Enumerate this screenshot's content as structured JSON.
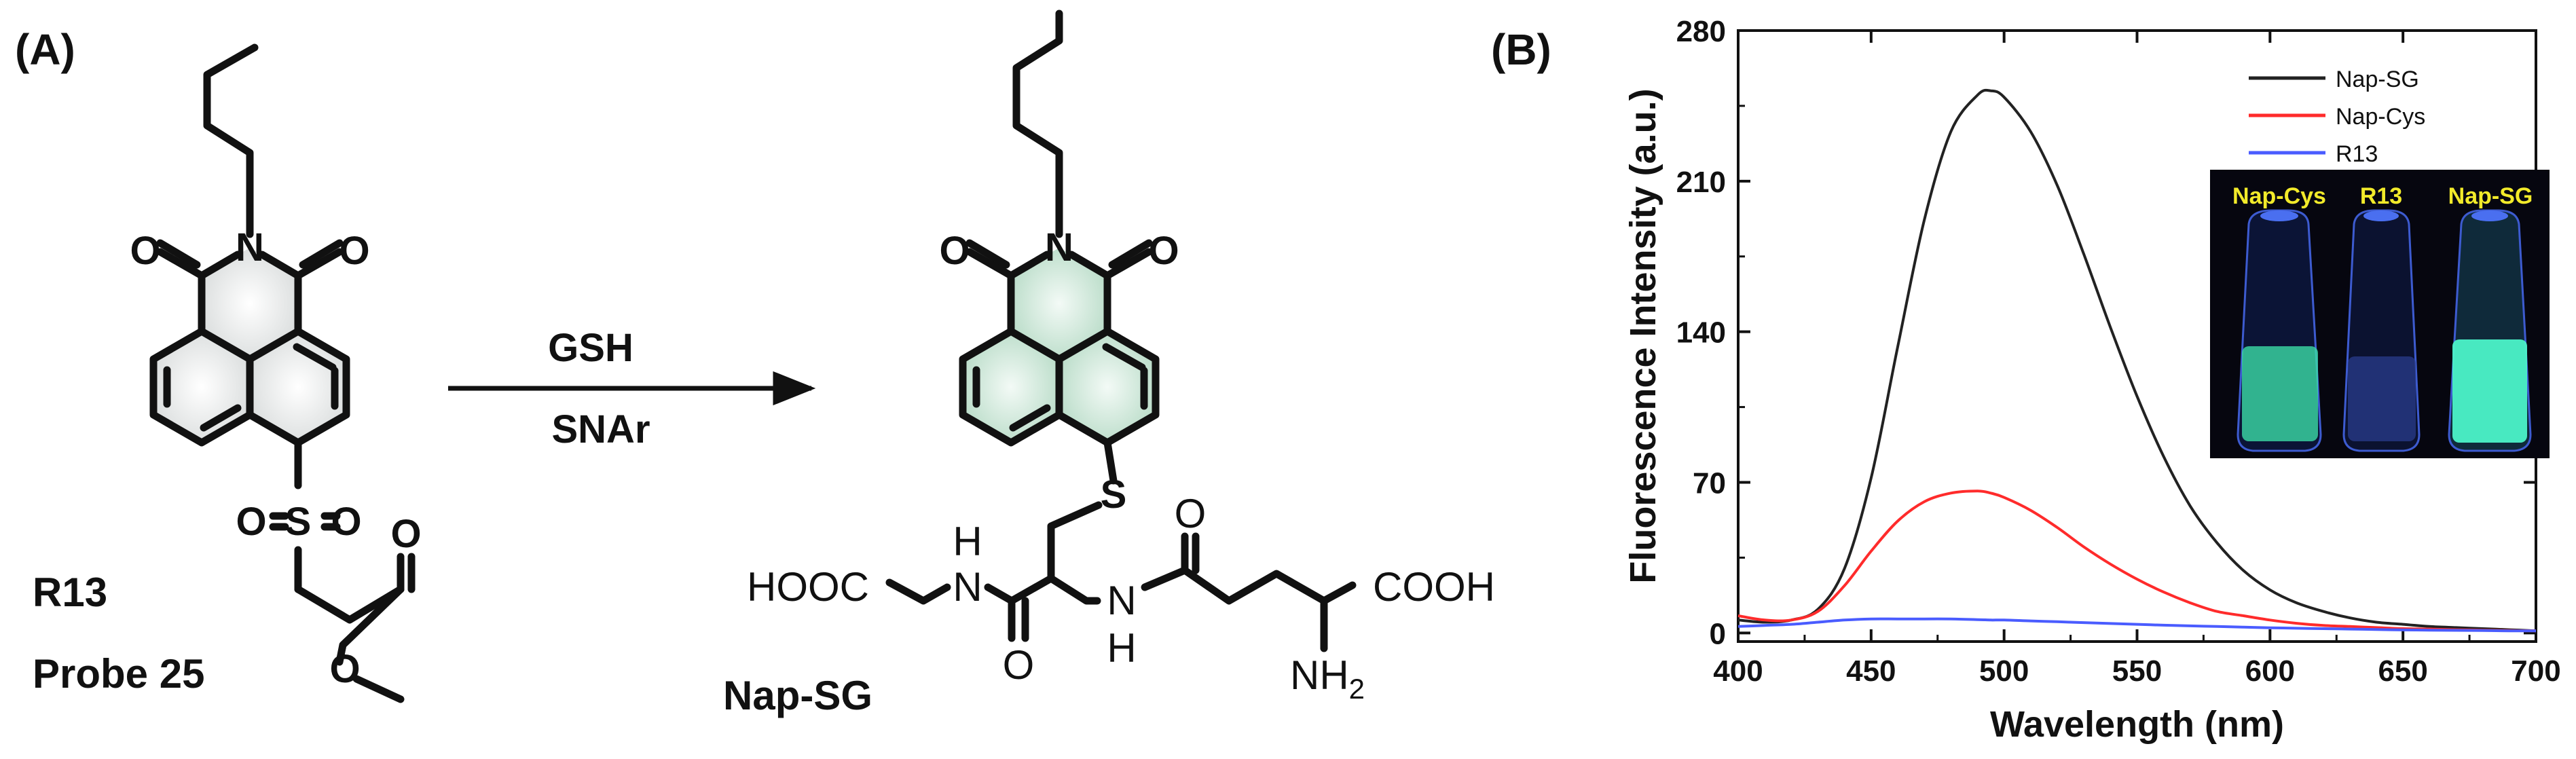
{
  "panels": {
    "a_label": "(A)",
    "b_label": "(B)"
  },
  "scheme": {
    "reagent_top": "GSH",
    "reagent_bottom": "SNAr",
    "probe_name": "R13",
    "probe_alias": "Probe 25",
    "product_name": "Nap-SG",
    "atoms": {
      "o": "O",
      "n": "N",
      "s": "S",
      "h": "H",
      "hooc": "HOOC",
      "cooh": "COOH",
      "nh2_main": "NH",
      "nh2_sub": "2"
    },
    "colors": {
      "ring_fill_probe": "#e3e6e6",
      "ring_fill_product": "#cfe6d9",
      "bond": "#111111"
    }
  },
  "inset": {
    "labels": [
      "Nap-Cys",
      "R13",
      "Nap-SG"
    ],
    "label_color": "#f2ea2a",
    "background": "#06060f"
  },
  "chart_data": {
    "type": "line",
    "xlabel": "Wavelength (nm)",
    "ylabel": "Fluorescence Intensity (a.u.)",
    "xlim": [
      400,
      700
    ],
    "ylim": [
      -4,
      280
    ],
    "xticks": [
      400,
      450,
      500,
      550,
      600,
      650,
      700
    ],
    "yticks": [
      0,
      70,
      140,
      210,
      280
    ],
    "legend_position": "top-right",
    "grid": false,
    "x": [
      400,
      410,
      420,
      430,
      440,
      450,
      460,
      470,
      480,
      490,
      495,
      500,
      510,
      520,
      530,
      540,
      550,
      560,
      570,
      580,
      590,
      600,
      610,
      620,
      630,
      640,
      650,
      660,
      670,
      680,
      690,
      700
    ],
    "series": [
      {
        "name": "Nap-SG",
        "color": "#222222",
        "values": [
          6,
          5,
          6,
          11,
          30,
          72,
          133,
          192,
          233,
          250,
          252,
          249,
          233,
          208,
          176,
          142,
          110,
          82,
          59,
          42,
          29,
          20,
          14,
          10,
          7,
          5,
          4,
          3,
          2.5,
          2,
          1.5,
          1
        ]
      },
      {
        "name": "Nap-Cys",
        "color": "#ff2b2b",
        "values": [
          8,
          6,
          6,
          10,
          22,
          38,
          52,
          61,
          65,
          66,
          65,
          63,
          57,
          49,
          40,
          32,
          25,
          19,
          14,
          10,
          8,
          6,
          4.5,
          3.5,
          3,
          2.5,
          2,
          1.8,
          1.5,
          1.3,
          1.1,
          1
        ]
      },
      {
        "name": "R13",
        "color": "#4a5cff",
        "values": [
          3,
          3.5,
          4,
          5,
          6,
          6.5,
          6.5,
          6.5,
          6.5,
          6.2,
          6,
          6,
          5.6,
          5.2,
          4.8,
          4.4,
          4,
          3.6,
          3.3,
          3,
          2.7,
          2.4,
          2.2,
          2,
          1.8,
          1.6,
          1.4,
          1.3,
          1.2,
          1.1,
          1,
          1
        ]
      }
    ]
  }
}
